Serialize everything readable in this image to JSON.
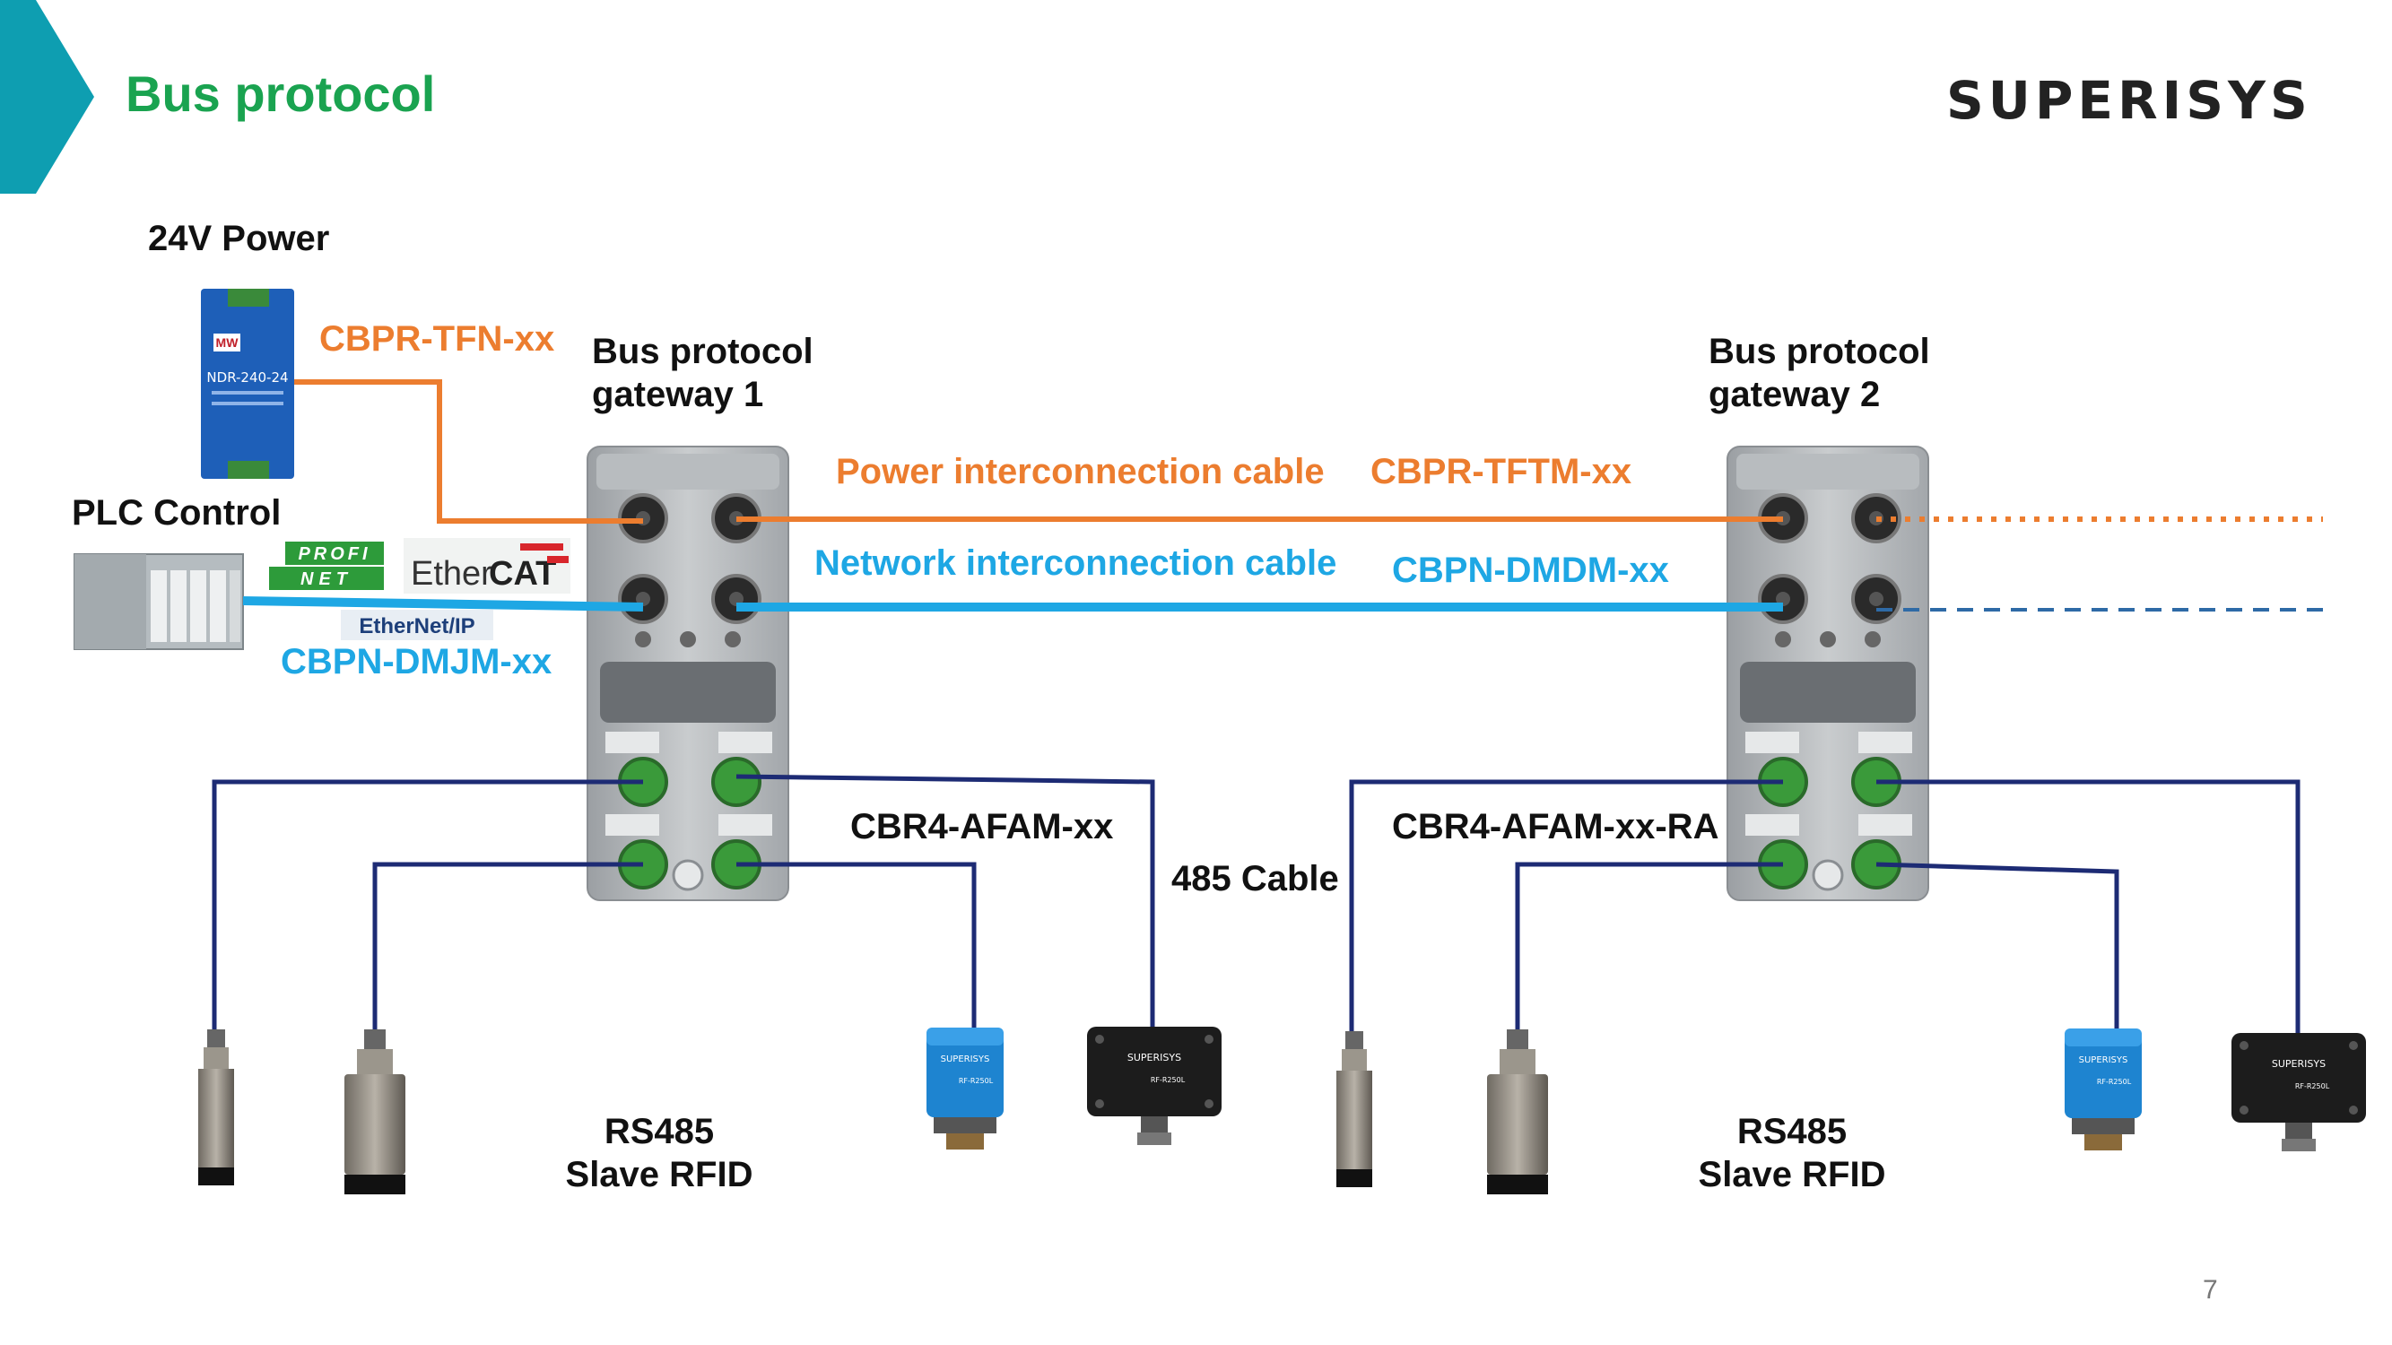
{
  "slide": {
    "title": "Bus protocol",
    "logo": "SUPERISYS",
    "page_number": "7"
  },
  "colors": {
    "title_green": "#1aa350",
    "accent_teal": "#0e9eb1",
    "power_cable": "#ec7d2f",
    "network_cable": "#1ea7e4",
    "rs485_cable": "#1d2b74",
    "network_dashed": "#2e6aa6"
  },
  "labels": {
    "power_24v": "24V Power",
    "plc_control": "PLC Control",
    "gateway1": [
      "Bus protocol",
      "gateway 1"
    ],
    "gateway2": [
      "Bus protocol",
      "gateway 2"
    ],
    "power_cable_label": "Power interconnection cable",
    "network_cable_label": "Network interconnection cable",
    "rs485_cable_label": "485 Cable",
    "rfid_left": [
      "RS485",
      "Slave RFID"
    ],
    "rfid_right": [
      "RS485",
      "Slave RFID"
    ]
  },
  "part_numbers": {
    "psu_cable": "CBPR-TFN-xx",
    "power_interconnect": "CBPR-TFTM-xx",
    "plc_network": "CBPN-DMJM-xx",
    "network_interconnect": "CBPN-DMDM-xx",
    "rs485_g1": "CBR4-AFAM-xx",
    "rs485_g2": "CBR4-AFAM-xx-RA"
  },
  "psu": {
    "model": "NDR-240-24",
    "brand_logo": "MW"
  },
  "protocol_logos": {
    "profinet": [
      "PROFI",
      "NET"
    ],
    "ethercat": "EtherCAT",
    "ethernet_ip": "EtherNet/IP"
  },
  "rfid_device_text": {
    "brand": "SUPERISYS",
    "model": "RF-R250L"
  },
  "icons": [
    "power-supply-icon",
    "plc-icon",
    "gateway-module-icon",
    "proximity-sensor-icon",
    "rfid-reader-icon"
  ]
}
